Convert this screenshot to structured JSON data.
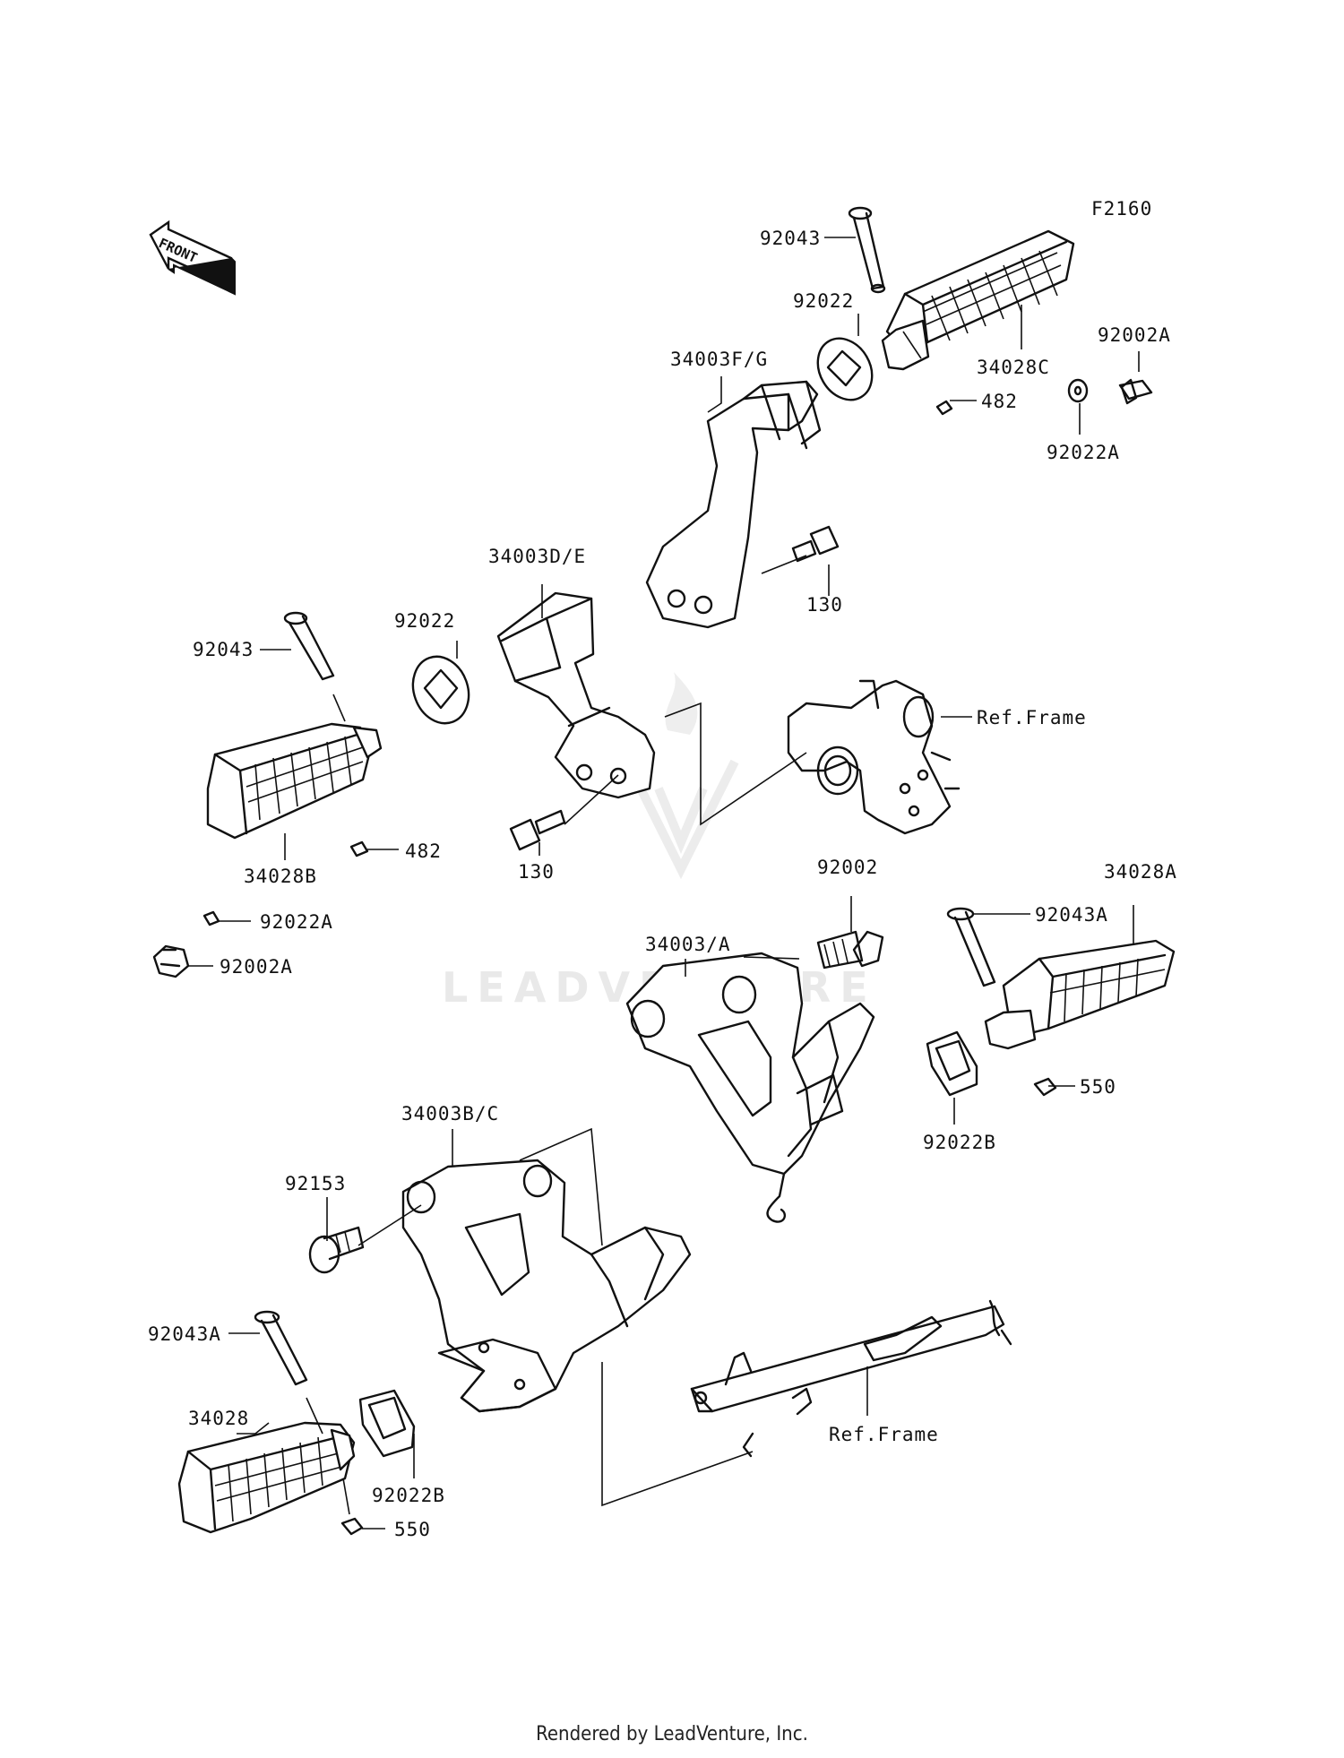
{
  "diagram": {
    "figure_code": "F2160",
    "front_label": "FRONT",
    "watermark": "LEADVENTURE",
    "footer": "Rendered by LeadVenture, Inc."
  },
  "labels": [
    "92043",
    "92022",
    "34003F/G",
    "34028C",
    "92002A",
    "482",
    "92022A",
    "34003D/E",
    "130",
    "92022",
    "92043",
    "Ref.Frame",
    "482",
    "34028B",
    "130",
    "92002",
    "92043A",
    "34028A",
    "92022A",
    "92002A",
    "34003/A",
    "550",
    "92022B",
    "34003B/C",
    "92153",
    "92043A",
    "34028",
    "92022B",
    "550",
    "Ref.Frame"
  ]
}
